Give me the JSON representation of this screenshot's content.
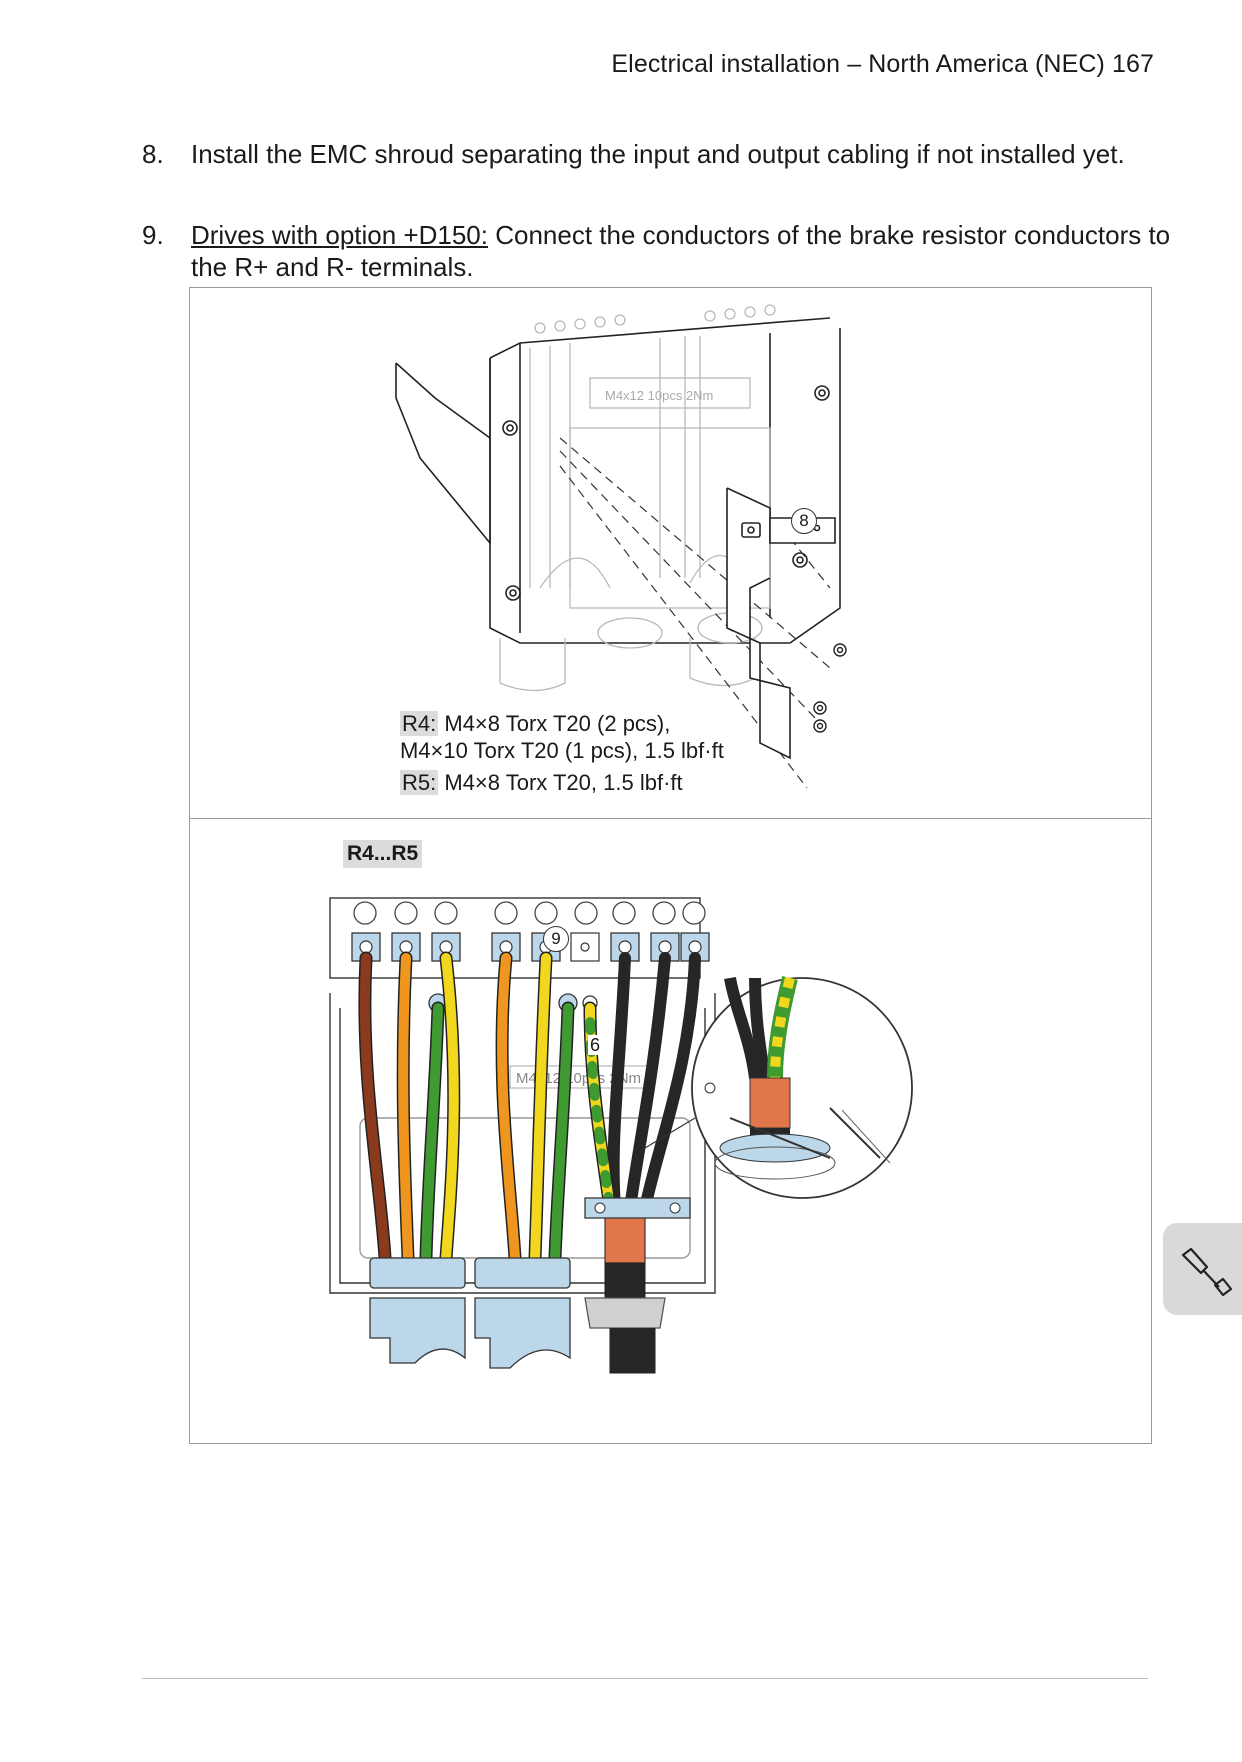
{
  "header": {
    "title": "Electrical installation – North America (NEC) 167"
  },
  "steps": [
    {
      "number": "8.",
      "text": "Install the EMC shroud separating the input and output cabling if not installed yet."
    },
    {
      "number": "9.",
      "lead": "Drives with option +D150:",
      "text": " Connect the conductors of the brake resistor conductors to the R+ and R- terminals."
    }
  ],
  "figure_top": {
    "callout": "8",
    "label_text": "M4x12 10pcs 2Nm",
    "torque": [
      {
        "tag": "R4:",
        "text": " M4×8 Torx T20 (2 pcs),"
      },
      {
        "tag": "",
        "text": "M4×10 Torx T20 (1 pcs), 1.5 lbf·ft"
      },
      {
        "tag": "R5:",
        "text": " M4×8 Torx T20, 1.5 lbf·ft"
      }
    ]
  },
  "figure_bottom": {
    "frame_label": "R4...R5",
    "callout_9": "9",
    "callout_6": "6",
    "label_text": "M4x12 10pcs 2Nm",
    "colors": {
      "brown": "#8b3a1e",
      "orange": "#f0961e",
      "green": "#3f9a32",
      "yellow": "#f2d81c",
      "black": "#262626",
      "light_blue": "#bcd6ea",
      "copper": "#e0764a"
    }
  },
  "side_tab": {
    "icon": "screwdriver-icon"
  }
}
